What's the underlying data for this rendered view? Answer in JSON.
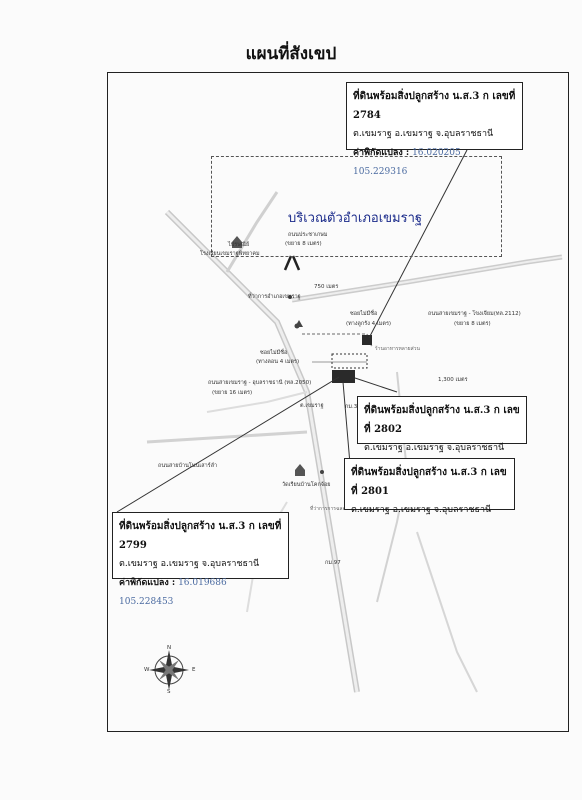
{
  "title": "แผนที่สังเขป",
  "area_label": "บริเวณตัวอำเภอเขมราฐ",
  "parcels": [
    {
      "id": "2784",
      "line1": "ที่ดินพร้อมสิ่งปลูกสร้าง น.ส.3 ก เลขที่ 2784",
      "line2": "ต.เขมราฐ อ.เขมราฐ จ.อุบลราชธานี",
      "coord_label": "ค่าพิกัดแปลง :",
      "coord_value": "16.020205 105.229316"
    },
    {
      "id": "2802",
      "line1": "ที่ดินพร้อมสิ่งปลูกสร้าง น.ส.3 ก เลขที่ 2802",
      "line2": "ต.เขมราฐ อ.เขมราฐ จ.อุบลราชธานี"
    },
    {
      "id": "2801",
      "line1": "ที่ดินพร้อมสิ่งปลูกสร้าง น.ส.3 ก เลขที่ 2801",
      "line2": "ต.เขมราฐ อ.เขมราฐ จ.อุบลราชธานี"
    },
    {
      "id": "2799",
      "line1": "ที่ดินพร้อมสิ่งปลูกสร้าง น.ส.3 ก เลขที่ 2799",
      "line2": "ต.เขมราฐ อ.เขมราฐ จ.อุบลราชธานี",
      "coord_label": "ค่าพิกัดแปลง :",
      "coord_value": "16.019686 105.228453"
    }
  ],
  "labels": {
    "road_prachakasem": "ถนนประชาเกษม",
    "road_prachakasem_w": "(ขยาย 8 เมตร)",
    "school": "โรงเรียนเขมราฐพิทยาคม",
    "post": "ไปรษณีย์",
    "district": "ที่ว่าการอำเภอเขมราฐ",
    "road_khemmarat_chanuman": "ถนนสายเขมราฐ - โขงเจียม(ทล.2112)",
    "road_chanuman_w": "(ขยาย 8 เมตร)",
    "soi_1": "ซอยไม่มีชื่อ",
    "soi_1_w": "(ทางลูกรัง 4 เมตร)",
    "soi_2": "ซอยไม่มีชื่อ",
    "soi_2_w": "(ทางลอน 4 เมตร)",
    "road_khemmarat_ubon": "ถนนสายเขมราฐ - อุบลราชธานี (ทล.2050)",
    "road_ubon_w": "(ขยาย 16 เมตร)",
    "road_village": "ถนนสายบ้านโนนเสาร์ลำ",
    "temple": "วัดเรียนบ้านโคกจ้อย",
    "dist_1": "750 เมตร",
    "dist_2": "1,300 เมตร",
    "dist_3": "ต.เขมราฐ",
    "km_1": "กม.36",
    "km_2": "กม.97",
    "municipal": "ที่ว่าการการฉลองใหม่",
    "shop": "ร้านอาหารหลายส่วน"
  },
  "compass": {
    "n": "N",
    "s": "S",
    "e": "E",
    "w": "W"
  }
}
